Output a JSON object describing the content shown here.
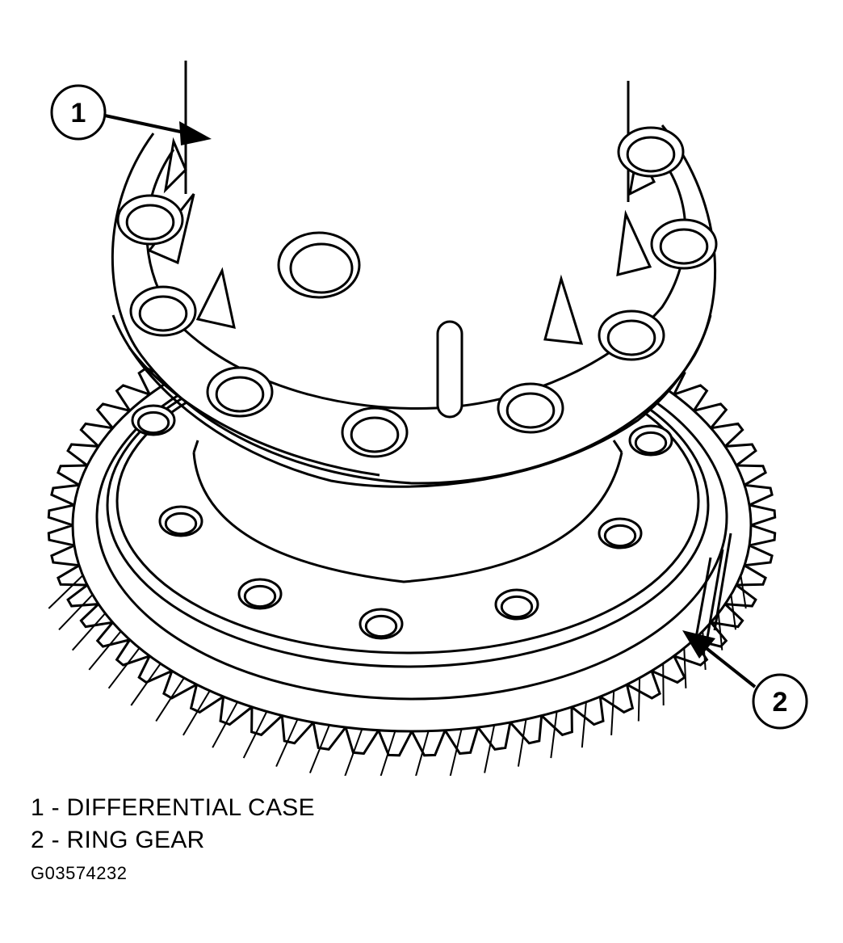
{
  "callouts": [
    {
      "number": "1"
    },
    {
      "number": "2"
    }
  ],
  "legend": [
    {
      "text": "1 - DIFFERENTIAL CASE"
    },
    {
      "text": "2 - RING GEAR"
    }
  ],
  "figure_id": "G03574232",
  "colors": {
    "line": "#000000",
    "background": "#ffffff"
  }
}
